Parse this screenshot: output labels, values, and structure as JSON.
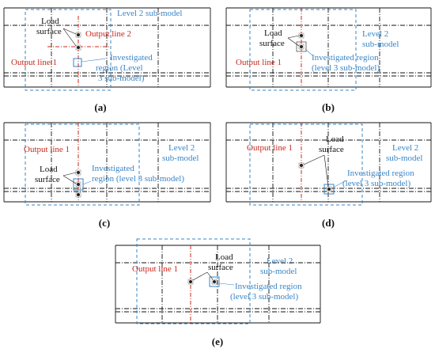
{
  "colors": {
    "red": "#c8281e",
    "blue": "#3a85c6",
    "black": "#111111"
  },
  "panels": [
    {
      "caption": "(a)",
      "load_surface": [
        "Load",
        "surface"
      ],
      "output_line_1": "Output line 1",
      "output_line_2": "Output line 2",
      "level2": [
        "Level 2 sub-model"
      ],
      "investigated": [
        "Investigated",
        "region (Level",
        "3 sub-model)"
      ]
    },
    {
      "caption": "(b)",
      "load_surface": [
        "Load",
        "surface"
      ],
      "output_line_1": "Output line 1",
      "level2": [
        "Level 2",
        "sub-model"
      ],
      "investigated": [
        "Investigated region",
        "(level 3 sub-model)"
      ]
    },
    {
      "caption": "(c)",
      "load_surface": [
        "Load",
        "surface"
      ],
      "output_line_1": "Output line 1",
      "level2": [
        "Level 2",
        "sub-model"
      ],
      "investigated": [
        "Investigated",
        "region (level 3 sub-model)"
      ]
    },
    {
      "caption": "(d)",
      "load_surface": [
        "Load",
        "surface"
      ],
      "output_line_1": "Output line 1",
      "level2": [
        "Level 2",
        "sub-model"
      ],
      "investigated": [
        "Investigated region",
        "(level 3 sub-model)"
      ]
    },
    {
      "caption": "(e)",
      "load_surface": [
        "Load",
        "surface"
      ],
      "output_line_1": "Output line 1",
      "level2": [
        "Level 2",
        "sub-model"
      ],
      "investigated": [
        "Investigated region",
        "(level 3 sub-model)"
      ]
    }
  ]
}
